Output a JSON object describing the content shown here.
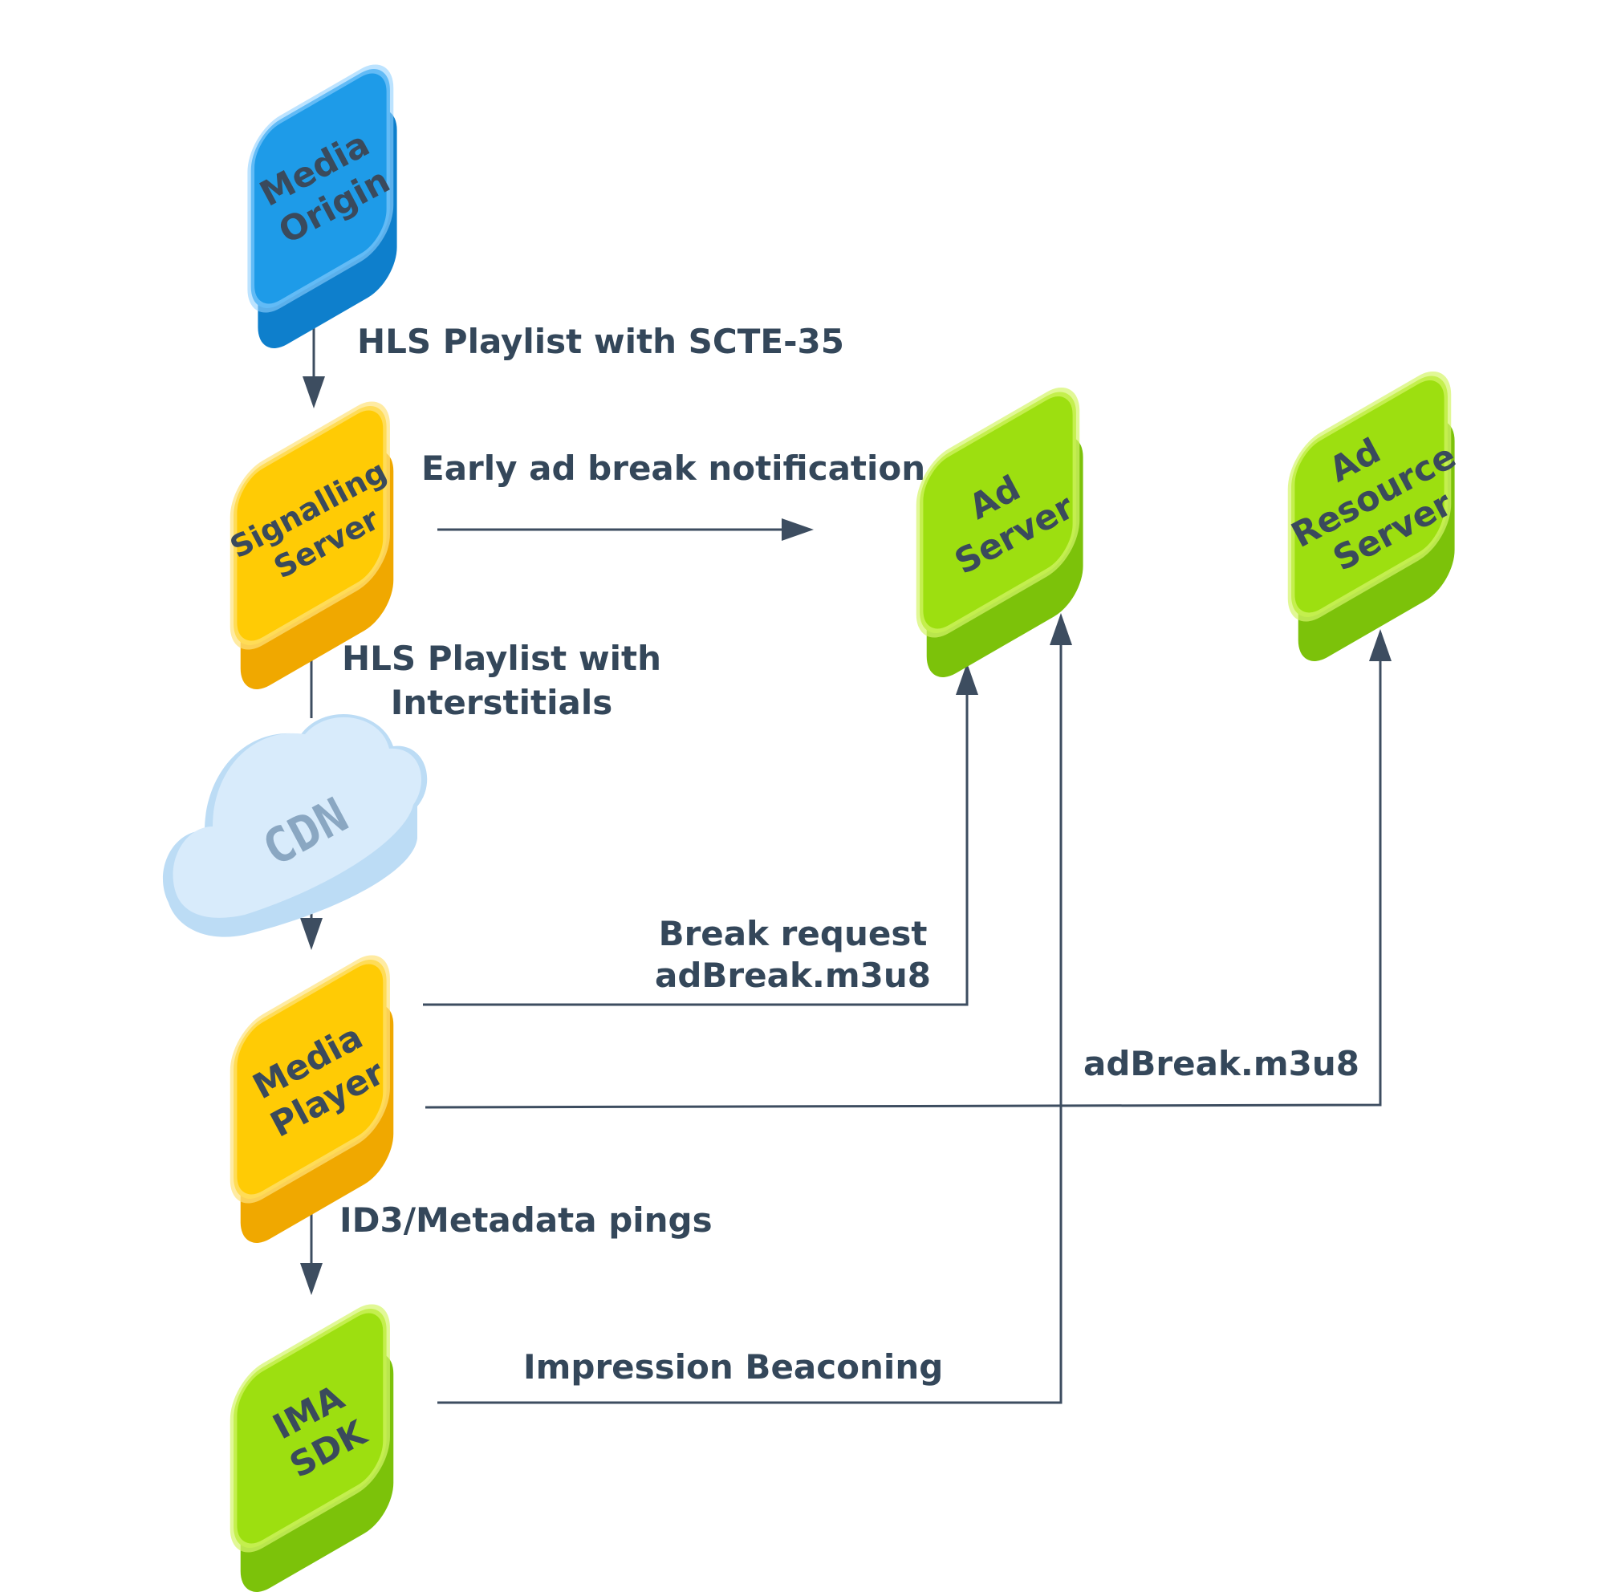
{
  "nodes": {
    "media_origin": {
      "lines": [
        "Media",
        "Origin"
      ],
      "color": "#1e9be8"
    },
    "signalling_server": {
      "lines": [
        "Signalling",
        "Server"
      ],
      "color": "#ffcb05"
    },
    "cdn": {
      "label": "CDN",
      "color": "#cfe6fa"
    },
    "media_player": {
      "lines": [
        "Media",
        "Player"
      ],
      "color": "#ffcb05"
    },
    "ima_sdk": {
      "lines": [
        "IMA",
        "SDK"
      ],
      "color": "#9ddf10"
    },
    "ad_server": {
      "lines": [
        "Ad",
        "Server"
      ],
      "color": "#9ddf10"
    },
    "ad_resource_server": {
      "lines": [
        "Ad",
        "Resource",
        "Server"
      ],
      "color": "#9ddf10"
    }
  },
  "edges": {
    "hls_scte": "HLS Playlist with SCTE-35",
    "early_notification": "Early ad break notification",
    "hls_interstitials": [
      "HLS Playlist with",
      "Interstitials"
    ],
    "break_request": [
      "Break request",
      "adBreak.m3u8"
    ],
    "adbreak_resource": "adBreak.m3u8",
    "id3_pings": "ID3/Metadata pings",
    "impression": "Impression Beaconing"
  }
}
